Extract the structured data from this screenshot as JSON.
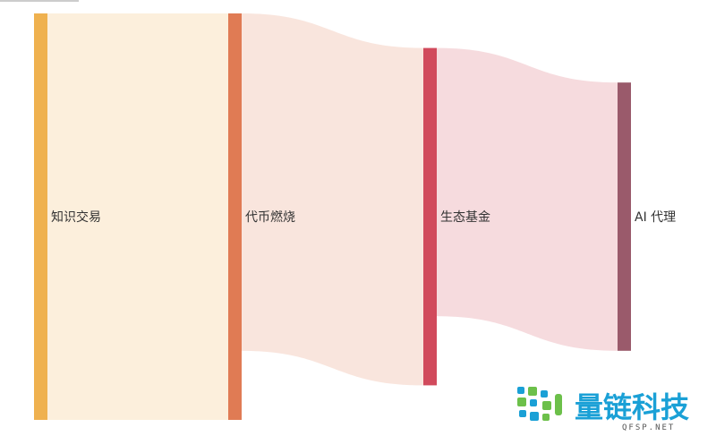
{
  "chart_data": {
    "type": "sankey",
    "nodes": [
      {
        "name": "知识交易",
        "color": "#efb14f"
      },
      {
        "name": "代币燃烧",
        "color": "#e07b54"
      },
      {
        "name": "生态基金",
        "color": "#d14a5c"
      },
      {
        "name": "AI 代理",
        "color": "#9a5a6b"
      }
    ],
    "links": [
      {
        "source": "知识交易",
        "target": "代币燃烧",
        "value": 100
      },
      {
        "source": "代币燃烧",
        "target": "生态基金",
        "value": 83
      },
      {
        "source": "生态基金",
        "target": "AI 代理",
        "value": 66
      }
    ]
  },
  "watermark": {
    "title": "量链科技",
    "subtitle": "QFSP.NET"
  }
}
